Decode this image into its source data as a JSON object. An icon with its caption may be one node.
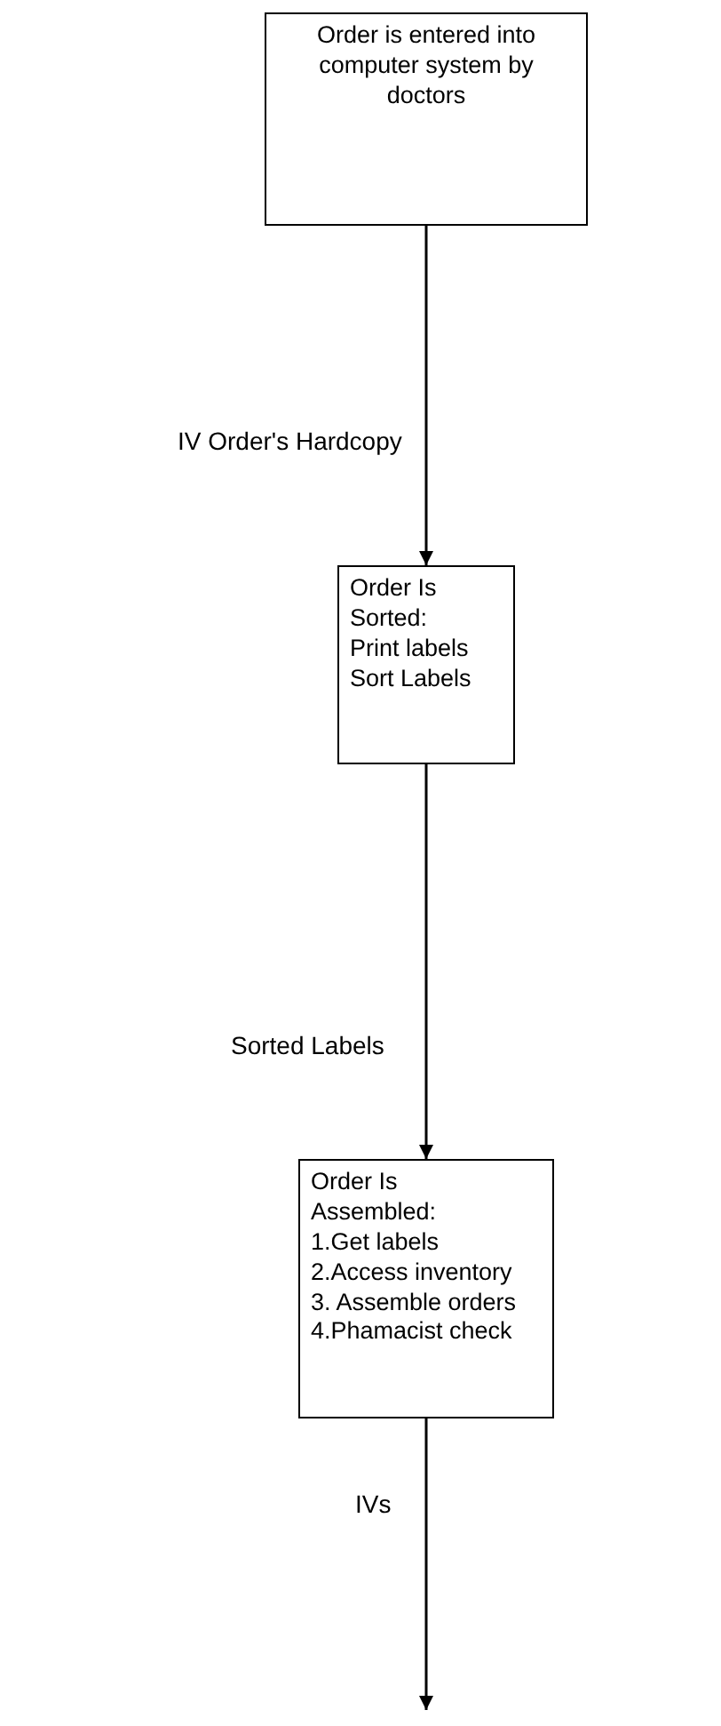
{
  "diagram": {
    "nodes": [
      {
        "text": [
          "Order is entered into computer system by doctors"
        ]
      },
      {
        "text": [
          "Order Is Sorted:",
          "Print labels",
          "Sort Labels"
        ]
      },
      {
        "text": [
          "Order Is Assembled:",
          "1.Get labels",
          "2.Access inventory",
          "3. Assemble orders",
          "4.Phamacist check"
        ]
      }
    ],
    "edges": [
      {
        "from": 0,
        "to": 1,
        "arrow": "to",
        "label": "IV Order's Hardcopy"
      },
      {
        "from": 1,
        "to": 2,
        "arrow": "to",
        "label": "Sorted Labels"
      },
      {
        "from": 2,
        "to": null,
        "arrow": "to",
        "label": "IVs"
      }
    ]
  }
}
